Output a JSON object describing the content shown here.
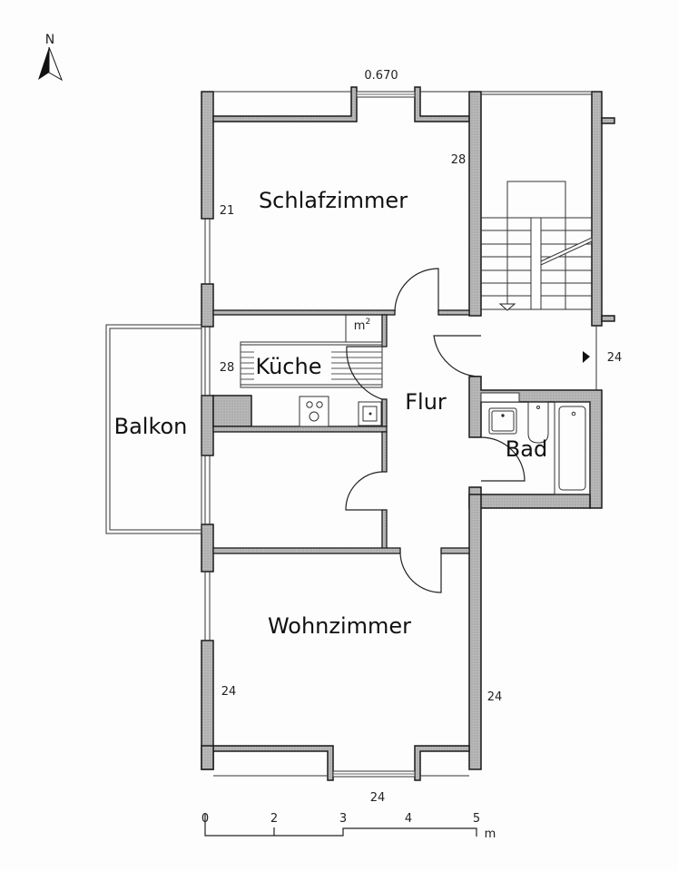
{
  "compass": {
    "label": "N"
  },
  "rooms": {
    "schlafzimmer": "Schlafzimmer",
    "kueche": "Küche",
    "flur": "Flur",
    "bad": "Bad",
    "balkon": "Balkon",
    "wohnzimmer": "Wohnzimmer"
  },
  "dimensions": {
    "top_window": "0.670",
    "schlaf_right": "28",
    "schlaf_left": "21",
    "kueche_left": "28",
    "kueche_area_unit": "m",
    "kueche_area_sup": "2",
    "stair_side": "24",
    "wohn_left": "24",
    "wohn_right": "24",
    "wohn_bottom": "24"
  },
  "scale_bar": {
    "ticks": [
      "0",
      "2",
      "3",
      "4",
      "5"
    ],
    "unit": "m"
  },
  "colors": {
    "wall_fill": "#b4b4b4",
    "wall_stroke": "#1a1a1a",
    "background": "#fdfdfd"
  }
}
